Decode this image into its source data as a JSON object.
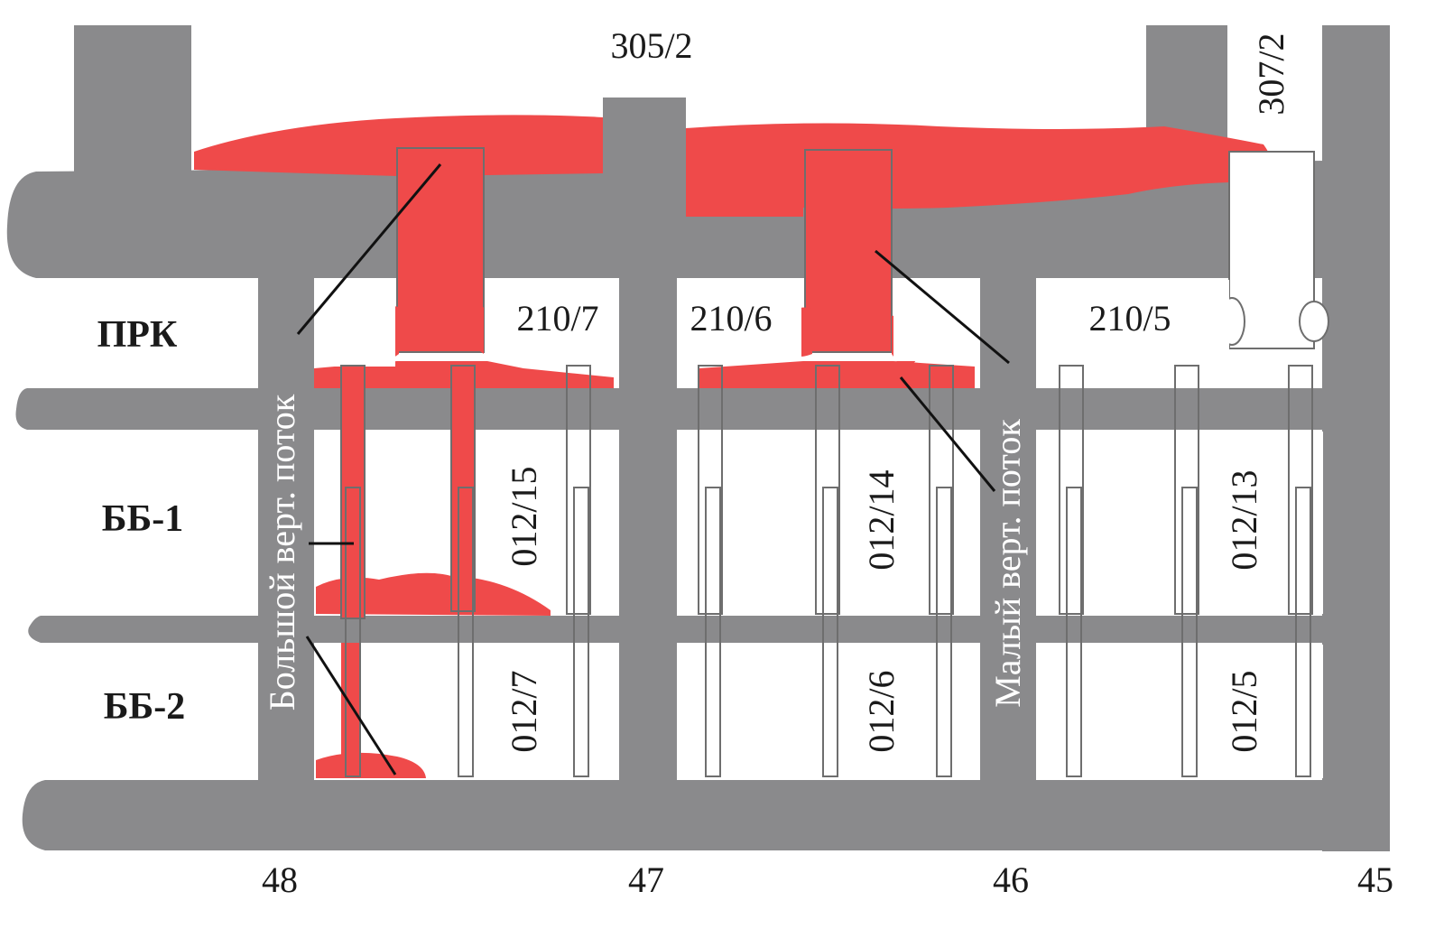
{
  "colors": {
    "rock": "#8a8a8c",
    "flow": "#ef4a4a",
    "text": "#1a1a1a",
    "background": "#ffffff"
  },
  "levels": {
    "prk": "ПРК",
    "bb1": "ББ-1",
    "bb2": "ББ-2"
  },
  "top_labels": {
    "drift_305": "305/2",
    "drift_307": "307/2"
  },
  "chambers_prk": [
    "210/7",
    "210/6",
    "210/5"
  ],
  "chambers_bb1": [
    "012/15",
    "012/14",
    "012/13"
  ],
  "chambers_bb2": [
    "012/7",
    "012/6",
    "012/5"
  ],
  "annotations": {
    "big_flow": "Большой верт. поток",
    "small_flow": "Малый верт. поток"
  },
  "axis_numbers": [
    "48",
    "47",
    "46",
    "45"
  ]
}
